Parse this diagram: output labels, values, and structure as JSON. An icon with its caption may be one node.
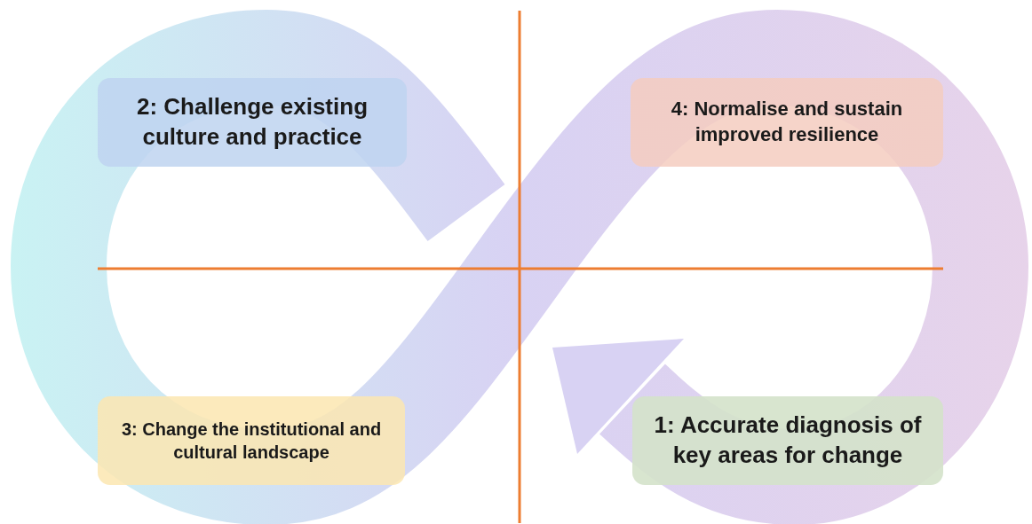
{
  "diagram": {
    "nodes": [
      {
        "text": [
          "2: Challenge existing culture and practice"
        ]
      },
      {
        "text": [
          "4: Normalise and sustain improved resilience"
        ]
      },
      {
        "text": [
          "3: Change the institutional and cultural landscape"
        ]
      },
      {
        "text": [
          "1: Accurate diagnosis of key areas for change"
        ]
      }
    ]
  }
}
